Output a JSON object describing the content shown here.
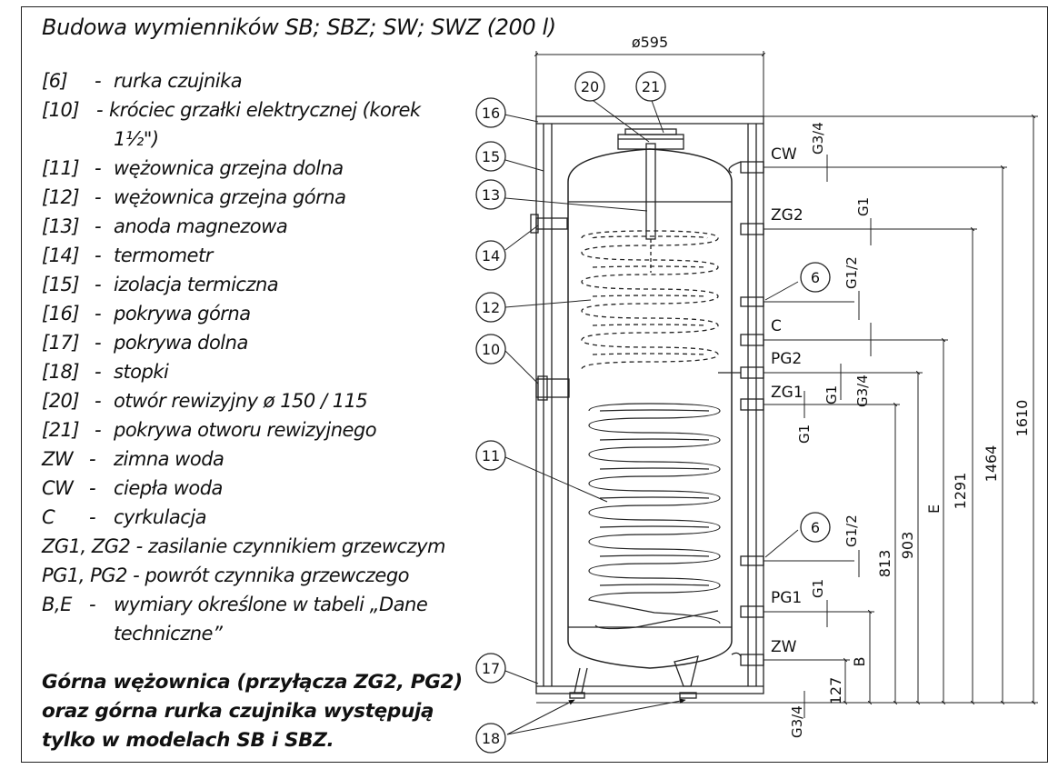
{
  "title": "Budowa wymienników SB; SBZ; SW; SWZ (200 l)",
  "legend": [
    {
      "key": "[6]",
      "dash": "-",
      "desc": "rurka czujnika"
    },
    {
      "key": "[10]",
      "dash": "-",
      "desc": "króciec grzałki elektrycznej (korek",
      "desc2": "1½\")"
    },
    {
      "key": "[11]",
      "dash": "-",
      "desc": "wężownica grzejna dolna"
    },
    {
      "key": "[12]",
      "dash": "-",
      "desc": "wężownica grzejna górna"
    },
    {
      "key": "[13]",
      "dash": "-",
      "desc": "anoda magnezowa"
    },
    {
      "key": "[14]",
      "dash": "-",
      "desc": "termometr"
    },
    {
      "key": "[15]",
      "dash": "-",
      "desc": "izolacja termiczna"
    },
    {
      "key": "[16]",
      "dash": "-",
      "desc": "pokrywa górna"
    },
    {
      "key": "[17]",
      "dash": "-",
      "desc": "pokrywa dolna"
    },
    {
      "key": "[18]",
      "dash": "-",
      "desc": "stopki"
    },
    {
      "key": "[20]",
      "dash": "-",
      "desc": "otwór rewizyjny ø 150 / 115"
    },
    {
      "key": "[21]",
      "dash": "-",
      "desc": "pokrywa otworu rewizyjnego"
    },
    {
      "key": "ZW",
      "dash": "-",
      "desc": "zimna woda"
    },
    {
      "key": "CW",
      "dash": "-",
      "desc": "ciepła woda"
    },
    {
      "key": "C",
      "dash": "-",
      "desc": "cyrkulacja"
    },
    {
      "key": "ZG1, ZG2 - zasilanie czynnikiem grzewczym",
      "full": true
    },
    {
      "key": "PG1, PG2 - powrót czynnika grzewczego",
      "full": true
    },
    {
      "key": "B,E",
      "dash": "-",
      "desc": "wymiary określone w tabeli „Dane",
      "desc2": "techniczne”"
    }
  ],
  "note": [
    "Górna wężownica (przyłącza ZG2, PG2)",
    "oraz górna rurka czujnika występują",
    "tylko w modelach SB i SBZ."
  ],
  "diagram": {
    "diameter": "ø595",
    "callouts": [
      "16",
      "15",
      "13",
      "14",
      "12",
      "10",
      "11",
      "17",
      "18",
      "20",
      "21",
      "6",
      "6"
    ],
    "connections": [
      "CW",
      "ZG2",
      "C",
      "PG2",
      "ZG1",
      "PG1",
      "ZW"
    ],
    "threads": [
      "G3/4",
      "G1",
      "G1/2",
      "G3/4",
      "G1",
      "G1",
      "G1/2",
      "G1",
      "G3/4"
    ],
    "dimensions": [
      "1610",
      "1464",
      "1291",
      "E",
      "903",
      "813",
      "B",
      "127"
    ]
  }
}
